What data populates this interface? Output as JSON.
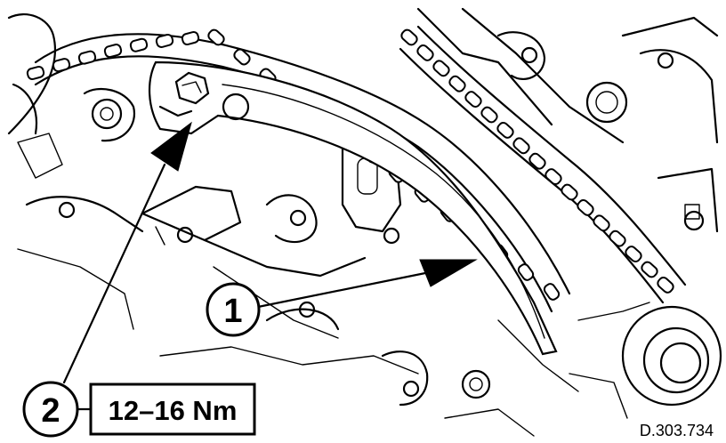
{
  "callouts": {
    "one": "1",
    "two": "2"
  },
  "torque": "12–16 Nm",
  "figure_id": "D.303.734",
  "colors": {
    "ink": "#000000",
    "paper": "#ffffff"
  }
}
